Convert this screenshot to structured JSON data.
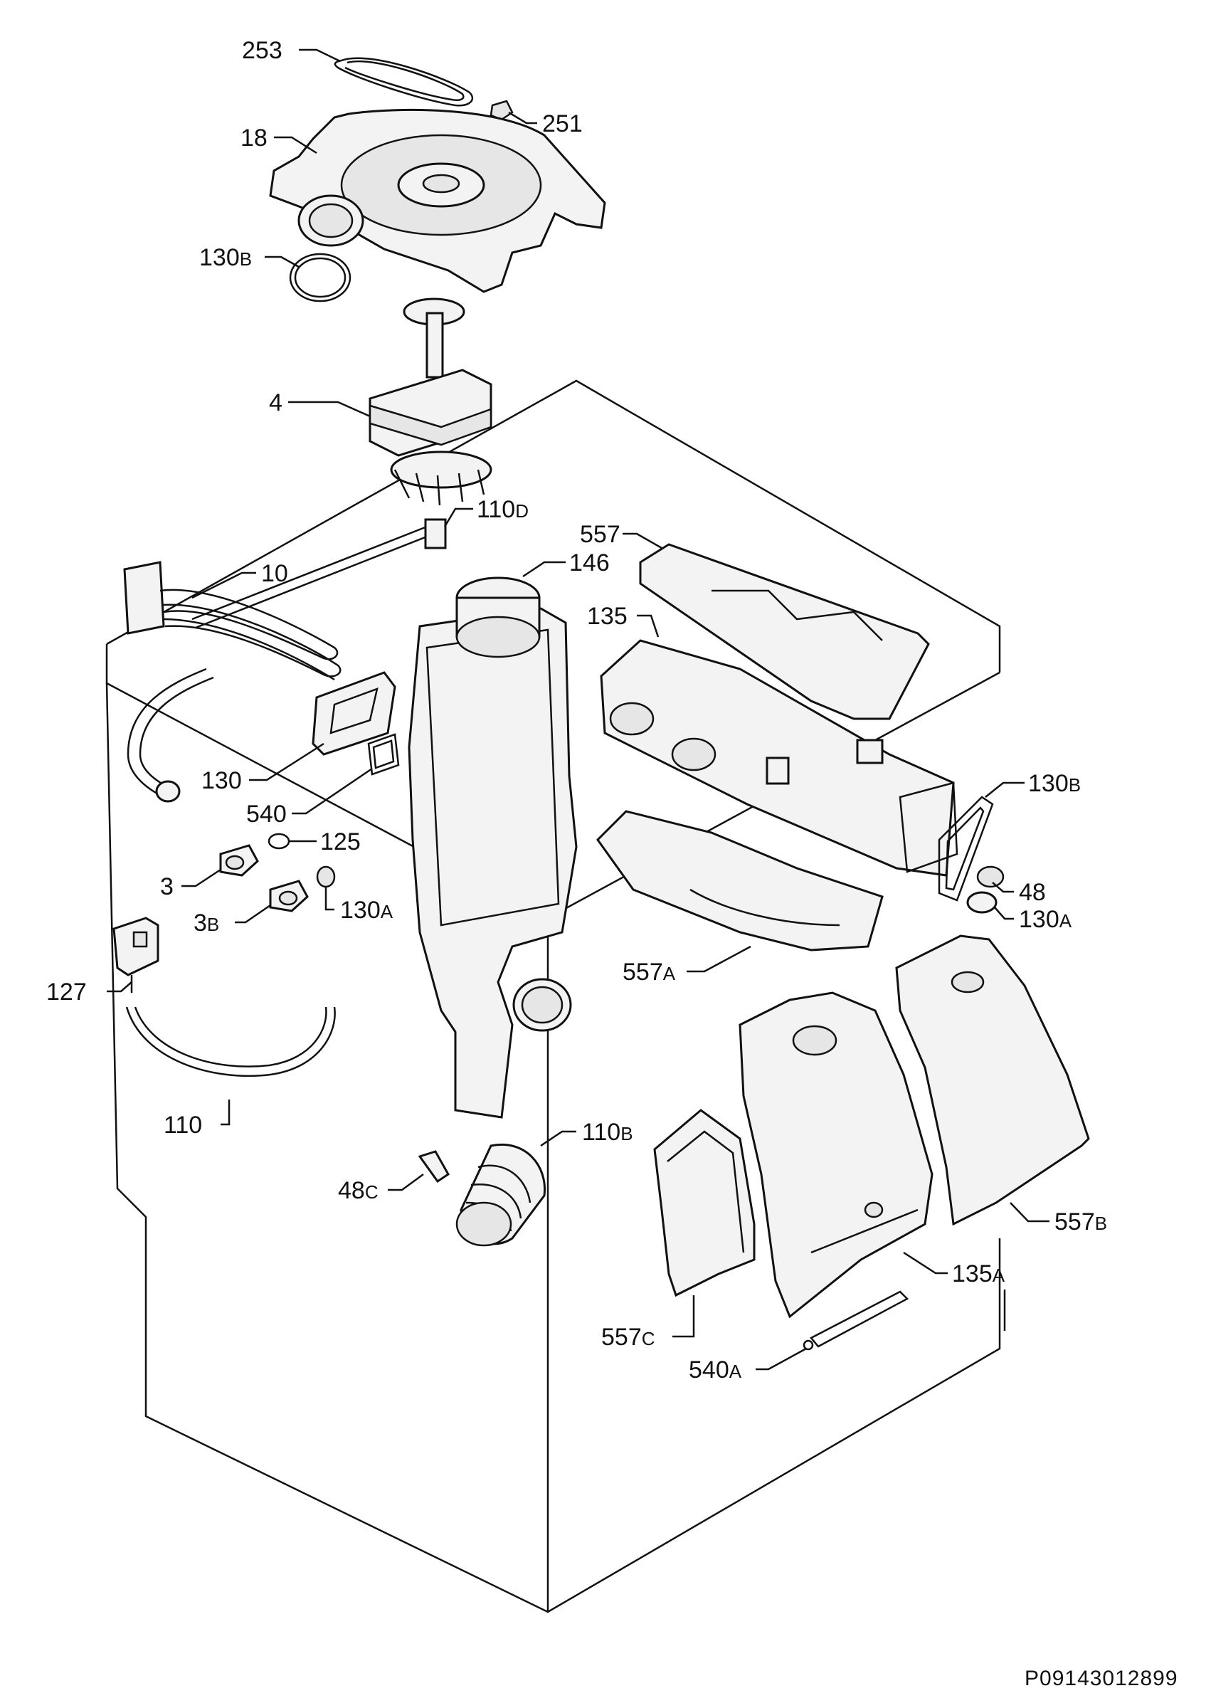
{
  "diagram": {
    "reference_code": "P09143012899",
    "callouts": [
      {
        "id": "253",
        "num": "253",
        "suffix": ""
      },
      {
        "id": "251",
        "num": "251",
        "suffix": ""
      },
      {
        "id": "18",
        "num": "18",
        "suffix": ""
      },
      {
        "id": "130b-top",
        "num": "130",
        "suffix": "B"
      },
      {
        "id": "4",
        "num": "4",
        "suffix": ""
      },
      {
        "id": "110d",
        "num": "110",
        "suffix": "D"
      },
      {
        "id": "557",
        "num": "557",
        "suffix": ""
      },
      {
        "id": "10",
        "num": "10",
        "suffix": ""
      },
      {
        "id": "146",
        "num": "146",
        "suffix": ""
      },
      {
        "id": "135",
        "num": "135",
        "suffix": ""
      },
      {
        "id": "130",
        "num": "130",
        "suffix": ""
      },
      {
        "id": "540",
        "num": "540",
        "suffix": ""
      },
      {
        "id": "125",
        "num": "125",
        "suffix": ""
      },
      {
        "id": "130b-right",
        "num": "130",
        "suffix": "B"
      },
      {
        "id": "3",
        "num": "3",
        "suffix": ""
      },
      {
        "id": "130a-left",
        "num": "130",
        "suffix": "A"
      },
      {
        "id": "48",
        "num": "48",
        "suffix": ""
      },
      {
        "id": "3b",
        "num": "3",
        "suffix": "B"
      },
      {
        "id": "130a-right",
        "num": "130",
        "suffix": "A"
      },
      {
        "id": "557a",
        "num": "557",
        "suffix": "A"
      },
      {
        "id": "127",
        "num": "127",
        "suffix": ""
      },
      {
        "id": "110",
        "num": "110",
        "suffix": ""
      },
      {
        "id": "110b",
        "num": "110",
        "suffix": "B"
      },
      {
        "id": "48c",
        "num": "48",
        "suffix": "C"
      },
      {
        "id": "557b",
        "num": "557",
        "suffix": "B"
      },
      {
        "id": "135a",
        "num": "135",
        "suffix": "A"
      },
      {
        "id": "557c",
        "num": "557",
        "suffix": "C"
      },
      {
        "id": "540a",
        "num": "540",
        "suffix": "A"
      }
    ]
  }
}
